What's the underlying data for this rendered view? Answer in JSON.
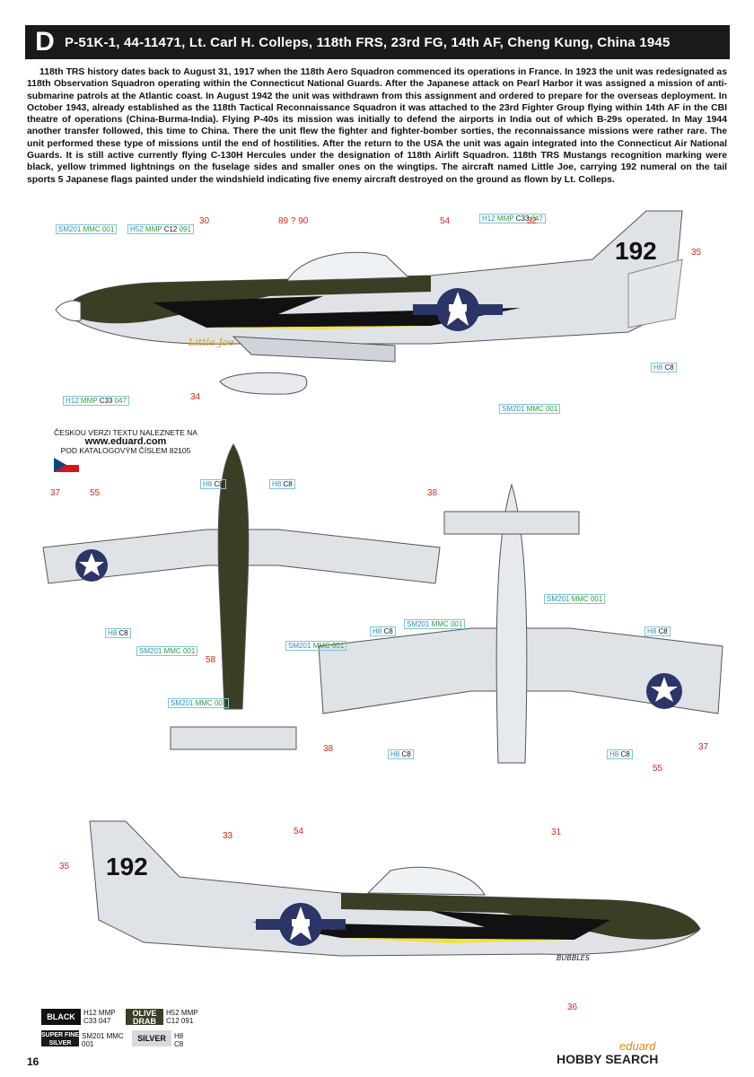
{
  "header": {
    "letter": "D",
    "title": "P-51K-1, 44-11471, Lt. Carl H. Colleps, 118th FRS, 23rd FG, 14th AF, Cheng Kung, China 1945"
  },
  "intro_text": "118th TRS history dates back to August 31, 1917 when the 118th Aero Squadron commenced its operations in France. In 1923 the unit was redesignated as 118th Observation Squadron operating within the Connecticut National Guards. After the Japanese attack on Pearl Harbor it was assigned a mission of anti-submarine patrols at the Atlantic coast. In August 1942 the unit was withdrawn from this assignment and ordered to prepare for the overseas deployment. In October 1943, already established as the 118th Tactical Reconnaissance Squadron it was attached to the 23rd Fighter Group flying within 14th AF in the CBI theatre of operations (China-Burma-India). Flying P-40s its mission was initially to defend the airports in India out of which B-29s operated. In May 1944 another transfer followed, this time to China. There the unit flew the fighter and fighter-bomber sorties, the reconnaissance missions were rather rare. The unit performed these type of missions until the end of hostilities. After the return to the USA the unit was again integrated into the Connecticut Air National Guards. It is still active currently flying C-130H Hercules under the designation of 118th Airlift Squadron. 118th TRS Mustangs recognition marking were black, yellow trimmed lightnings on the fuselage sides and smaller ones on the wingtips. The aircraft named Little Joe, carrying 192 numeral on the tail sports 5 Japanese flags painted under the windshield indicating five enemy aircraft destroyed on the ground as flown by Lt. Colleps.",
  "czech_note": {
    "line1": "ČESKOU VERZI TEXTU NALEZNETE NA",
    "url": "www.eduard.com",
    "line2": "POD KATALOGOVÝM ČÍSLEM 82105"
  },
  "tail_number": "192",
  "nose_art": "Little Joe",
  "nose_art_right": "BUBBLES",
  "callouts": {
    "sm201_mmc001": {
      "a": "SM201",
      "b": "MMC",
      "c": "001"
    },
    "h52_mmp": {
      "a": "H52",
      "b": "MMP",
      "c": "C12",
      "d": "091"
    },
    "h12_mmp": {
      "a": "H12",
      "b": "MMP",
      "c": "C33",
      "d": "047"
    },
    "h8_c8": {
      "a": "H8",
      "c": "C8"
    }
  },
  "markings": {
    "m30": "30",
    "m8990": "89 ? 90",
    "m54": "54",
    "m32": "32",
    "m35": "35",
    "m34": "34",
    "m37": "37",
    "m55": "55",
    "m38": "38",
    "m58": "58",
    "m33": "33",
    "m31": "31",
    "m36": "36"
  },
  "legend": [
    {
      "name": "BLACK",
      "a": "H12",
      "b": "MMP",
      "c": "C33",
      "d": "047",
      "color": "#111111"
    },
    {
      "name": "OLIVE DRAB",
      "a": "H52",
      "b": "MMP",
      "c": "C12",
      "d": "091",
      "color": "#3b3d24"
    },
    {
      "name": "SUPER FINE SILVER",
      "a": "SM201",
      "b": "MMC",
      "c": "001",
      "color": "#1a1a1a"
    },
    {
      "name": "SILVER",
      "a": "H8",
      "c": "C8",
      "color": "#d9d9d9"
    }
  ],
  "page_number": "16",
  "brand": "eduard",
  "watermark": "HOBBY SEARCH",
  "colors": {
    "olive": "#3b3d24",
    "black": "#111111",
    "yellow": "#f2e13a",
    "silver": "#dfe3e8",
    "insignia_blue": "#2b3567",
    "callout_blue": "#2b8fb3",
    "callout_green": "#2e9b3e",
    "marker_red": "#d9261c"
  }
}
